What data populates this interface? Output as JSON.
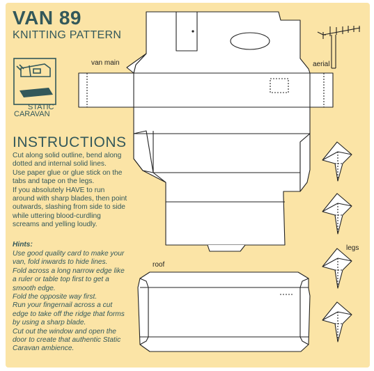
{
  "header": {
    "title": "VAN 89",
    "subtitle": "KNITTING PATTERN"
  },
  "logo": {
    "line1": "STATIC",
    "line2": "CARAVAN"
  },
  "labels": {
    "van_main": "van main",
    "aerial": "aerial",
    "legs": "legs",
    "roof": "roof"
  },
  "instructions": {
    "heading": "INSTRUCTIONS",
    "lines": [
      "Cut along solid outline, bend along",
      "dotted and internal solid lines.",
      "Use paper glue or glue stick on the",
      "tabs and tape on the legs.",
      "If you absolutely HAVE to run",
      "around with sharp blades, then point",
      "outwards, slashing from side to side",
      "while uttering blood-curdling",
      "screams and yelling loudly."
    ]
  },
  "hints": {
    "heading": "Hints:",
    "lines": [
      "Use good quality card to make your",
      "van, fold inwards to hide lines.",
      "Fold across a long narrow edge like",
      "a ruler or table top first to get a",
      "smooth edge.",
      "Fold the opposite way first.",
      "Run your fingernail across a cut",
      "edge to take off the ridge that forms",
      "by using a sharp blade.",
      "Cut out the window and open the",
      "door to create that authentic Static",
      "Caravan ambience."
    ]
  },
  "colors": {
    "panel": "#fbe4a6",
    "teal": "#33585a",
    "line": "#222222",
    "piece_fill": "#ffffff"
  }
}
